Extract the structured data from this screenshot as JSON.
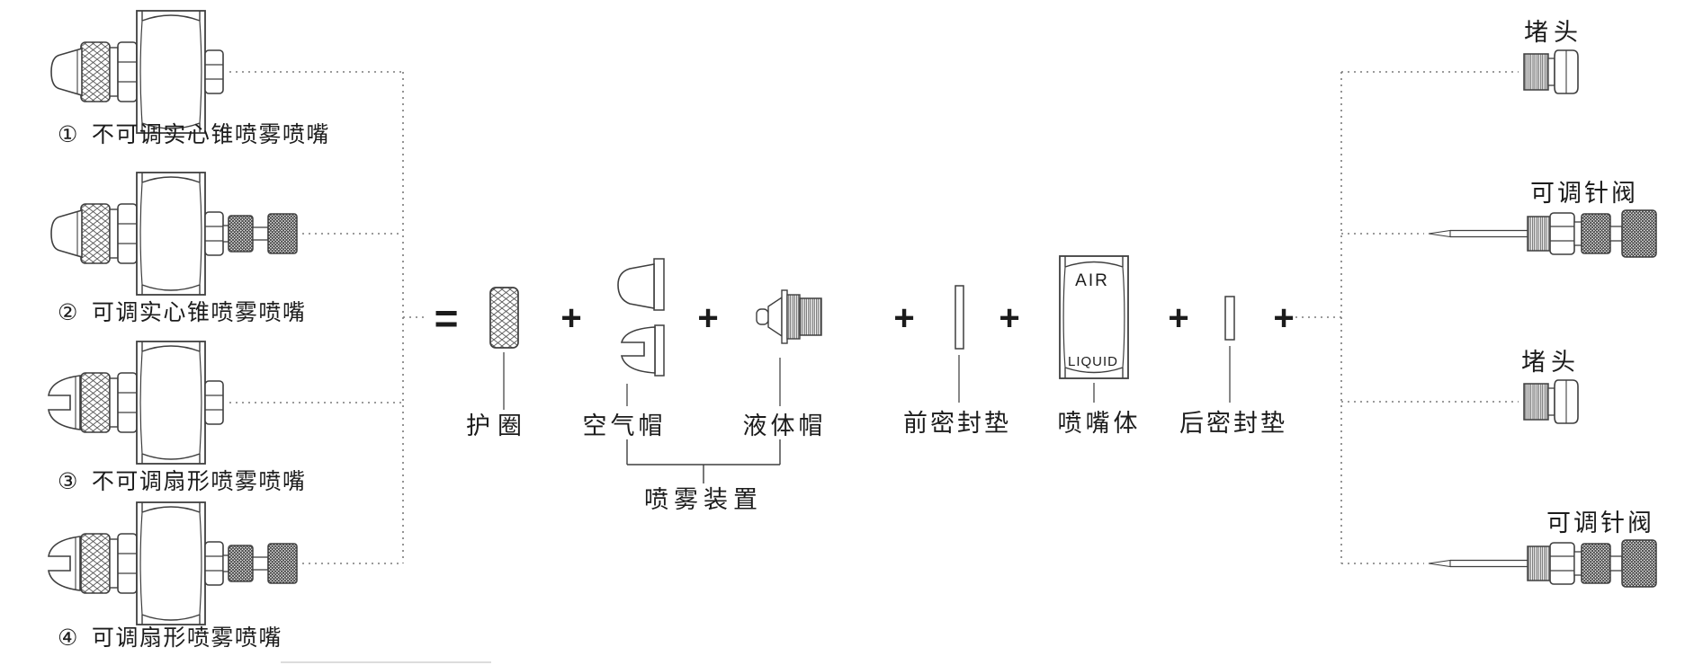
{
  "colors": {
    "background": "#ffffff",
    "line": "#3f3f3f",
    "text": "#1c1c1c",
    "dotted": "#7a7a7a"
  },
  "nozzle_variants": [
    {
      "index": "①",
      "label": "不可调实心锥喷雾喷嘴"
    },
    {
      "index": "②",
      "label": "可调实心锥喷雾喷嘴"
    },
    {
      "index": "③",
      "label": "不可调扇形喷雾喷嘴"
    },
    {
      "index": "④",
      "label": "可调扇形喷雾喷嘴"
    }
  ],
  "operators": {
    "equals": "=",
    "plus": "+"
  },
  "components": {
    "retaining_ring": "护圈",
    "air_cap": "空气帽",
    "liquid_cap": "液体帽",
    "front_gasket": "前密封垫",
    "nozzle_body": "喷嘴体",
    "rear_gasket": "后密封垫",
    "spray_assembly_group": "喷雾装置"
  },
  "nozzle_body_markings": {
    "air": "AIR",
    "liquid": "LIQUID"
  },
  "accessories": [
    {
      "label": "堵头"
    },
    {
      "label": "可调针阀"
    },
    {
      "label": "堵头"
    },
    {
      "label": "可调针阀"
    }
  ]
}
